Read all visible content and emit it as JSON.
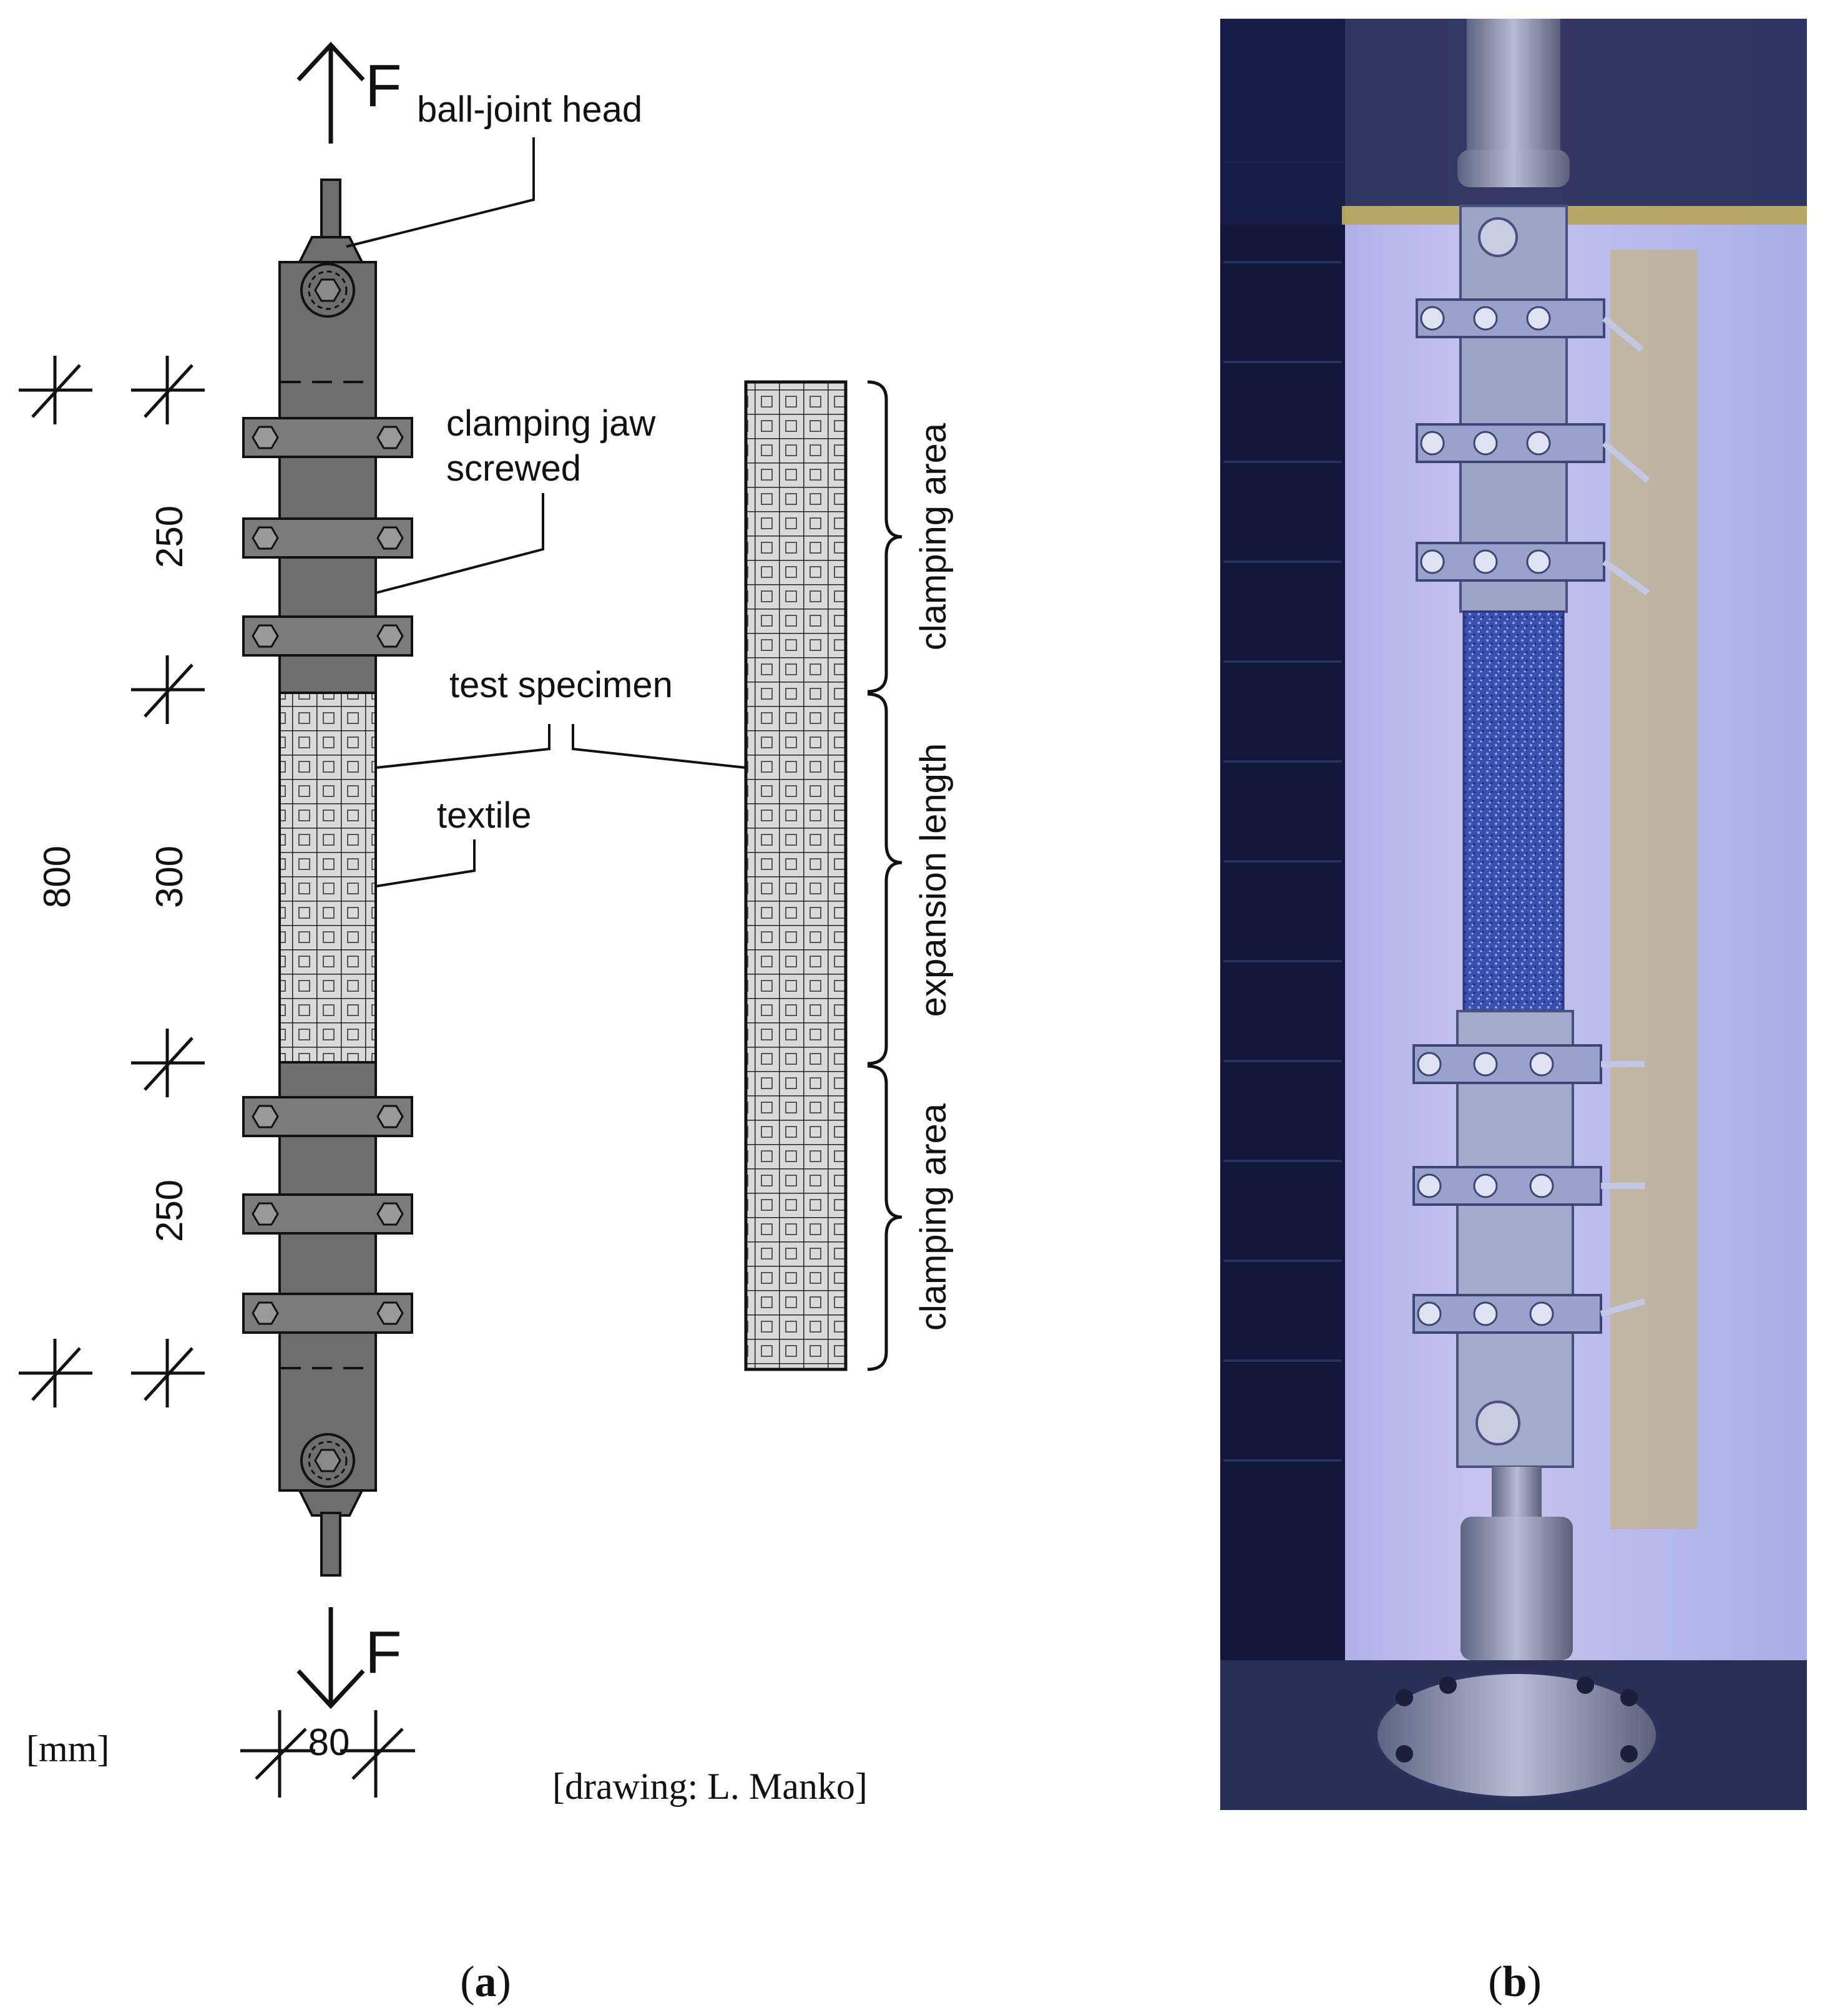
{
  "panel_a": {
    "force_label": "F",
    "labels": {
      "ball_joint_head": "ball-joint head",
      "clamping_jaw_line1": "clamping jaw",
      "clamping_jaw_line2": "screwed",
      "test_specimen": "test specimen",
      "textile": "textile",
      "clamping_area_top": "clamping area",
      "expansion_length": "expansion length",
      "clamping_area_bottom": "clamping area"
    },
    "dimensions": {
      "total": "800",
      "top_clamp": "250",
      "free_length": "300",
      "bottom_clamp": "250",
      "width": "80"
    },
    "unit": "[mm]",
    "credit": "[drawing: L. Manko]",
    "caption": {
      "open": "(",
      "letter": "a",
      "close": ")"
    }
  },
  "panel_b": {
    "caption": {
      "open": "(",
      "letter": "b",
      "close": ")"
    }
  },
  "colors": {
    "steel": "#6e6e6e",
    "jaw": "#7b7b7b",
    "specimen": "#d9d9d9",
    "line": "#111111"
  }
}
